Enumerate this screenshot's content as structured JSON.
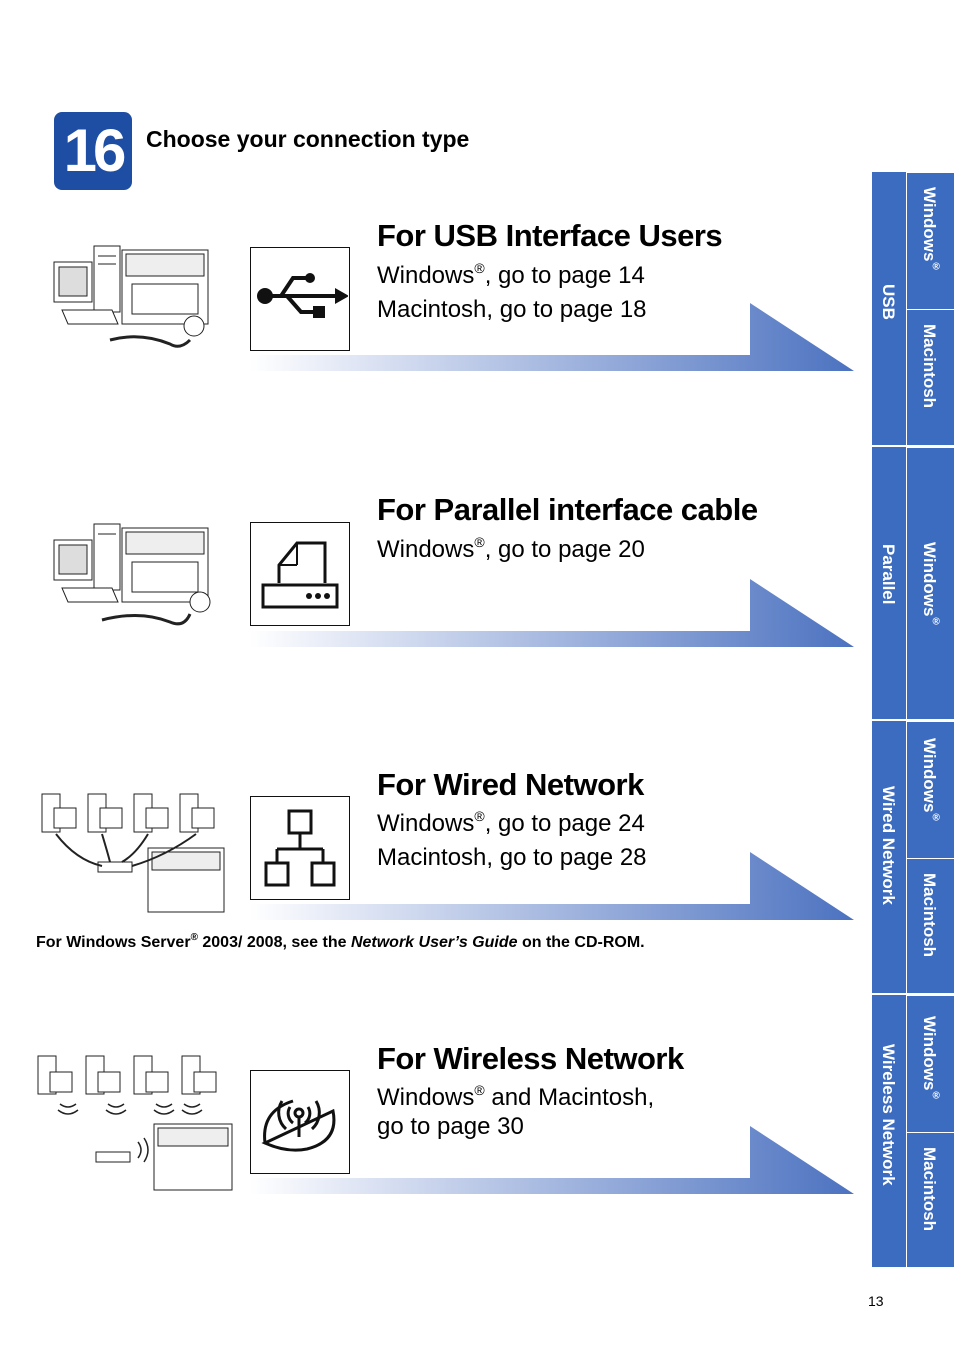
{
  "step": {
    "number": "16",
    "title": "Choose your connection type"
  },
  "sections": [
    {
      "title": "For USB Interface Users",
      "line1_pre": "Windows",
      "line1_post": ", go to page 14",
      "line2": "Macintosh, go to page 18"
    },
    {
      "title": "For Parallel interface cable",
      "line1_pre": "Windows",
      "line1_post": ", go to page 20"
    },
    {
      "title": "For Wired Network",
      "line1_pre": "Windows",
      "line1_post": ", go to page 24",
      "line2": "Macintosh, go to page 28"
    },
    {
      "title": "For Wireless Network",
      "line1_pre": "Windows",
      "line1_post": " and Macintosh,",
      "line2": "go to page 30"
    }
  ],
  "registered": "®",
  "note": {
    "pre": "For Windows Server",
    "mid": " 2003/ 2008, see the ",
    "guide": "Network User’s Guide",
    "post": " on the CD-ROM."
  },
  "side_tabs": {
    "usb": {
      "label": "USB",
      "windows": "Windows",
      "macintosh": "Macintosh"
    },
    "parallel": {
      "label": "Parallel",
      "windows": "Windows"
    },
    "wired": {
      "label": "Wired Network",
      "windows": "Windows",
      "macintosh": "Macintosh"
    },
    "wireless": {
      "label": "Wireless Network",
      "windows": "Windows",
      "macintosh": "Macintosh"
    }
  },
  "page_number": "13",
  "colors": {
    "brand_blue": "#1d4ea3",
    "tab_blue": "#3c6cbf",
    "banner_light": "#e4e9f6",
    "banner_dark": "#4c72c0"
  }
}
